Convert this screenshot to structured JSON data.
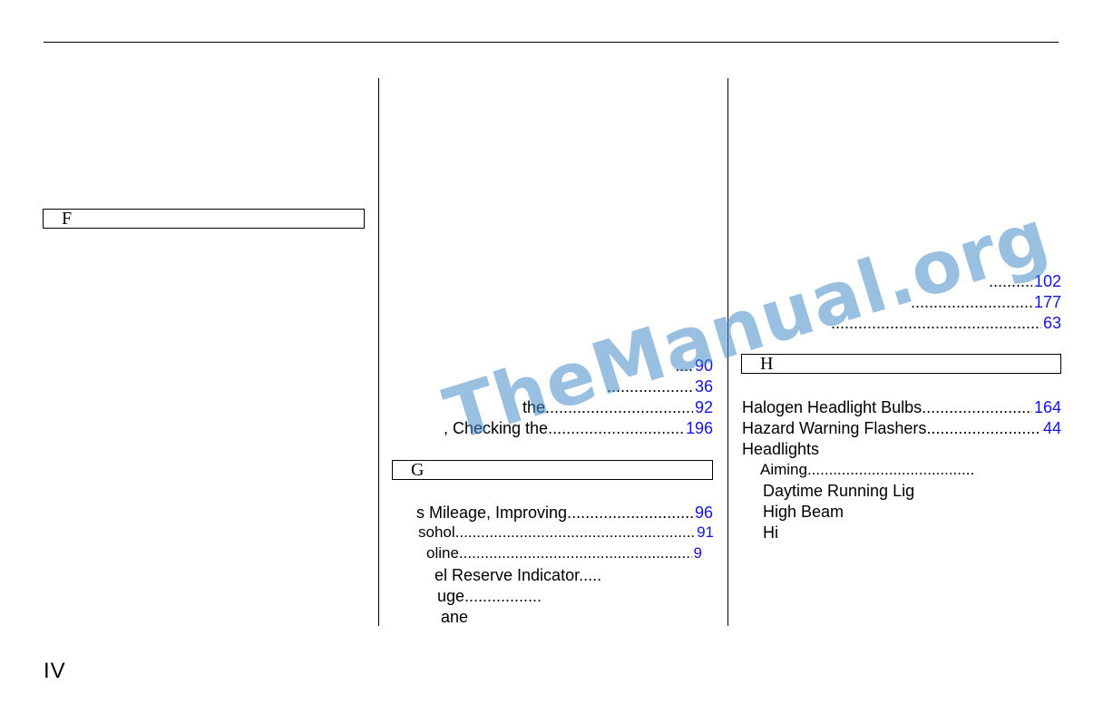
{
  "sections": {
    "f": "F",
    "g": "G",
    "h": "H"
  },
  "column2": {
    "entries": [
      {
        "label": "",
        "page": "90"
      },
      {
        "label": "",
        "page": "36"
      },
      {
        "label": "the",
        "page": "92"
      },
      {
        "label": ", Checking the",
        "page": "196"
      }
    ],
    "g_entries": [
      {
        "label": "s Mileage, Improving",
        "page": "96"
      },
      {
        "label": "sohol",
        "page": "91"
      },
      {
        "label": "oline",
        "page": "9"
      }
    ],
    "g_partial": [
      "el Reserve Indicator.....",
      "uge.................",
      "ane"
    ]
  },
  "column3": {
    "top_entries": [
      {
        "label": "",
        "page": "102"
      },
      {
        "label": "",
        "page": "177"
      },
      {
        "label": "",
        "page": "63"
      }
    ],
    "h_entries": [
      {
        "label": "Halogen Headlight Bulbs",
        "page": "164"
      },
      {
        "label": "Hazard Warning Flashers",
        "page": "44"
      }
    ],
    "headlights": "Headlights",
    "aiming": "Aiming.......................................",
    "sub_items": [
      "Daytime Running Lig",
      "High Beam",
      "Hi"
    ]
  },
  "watermark": "TheManual.org",
  "page_number": "IV",
  "colors": {
    "page_link": "#1414e6",
    "watermark": "#468cc8"
  }
}
